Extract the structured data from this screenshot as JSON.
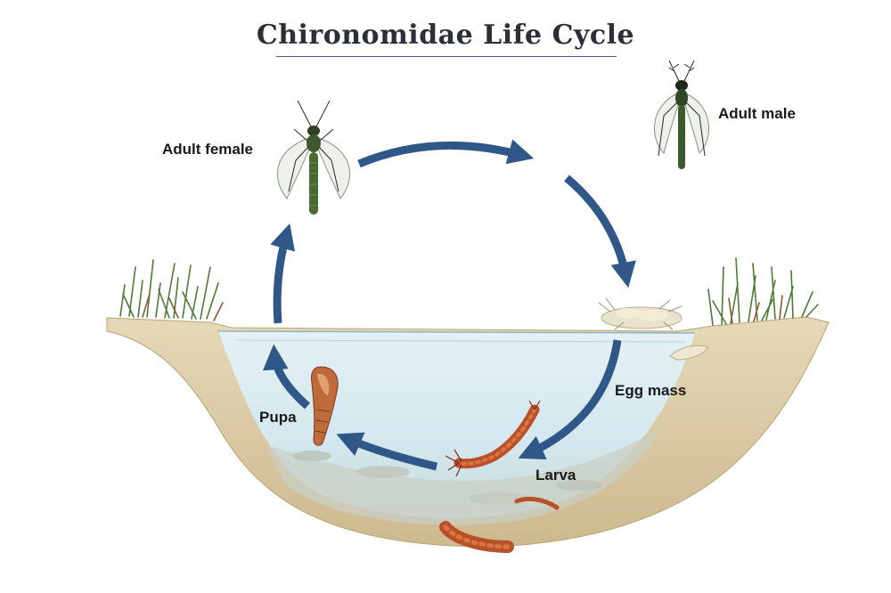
{
  "title": "Chironomidae Life Cycle",
  "stages": {
    "adult_female": "Adult female",
    "adult_male": "Adult male",
    "egg_mass": "Egg mass",
    "larva": "Larva",
    "pupa": "Pupa"
  },
  "colors": {
    "arrow": "#2f5889",
    "water": "#d8ebf1",
    "soil": "#d9c8a3",
    "grass": "#4e7a3a",
    "larva": "#b8502a",
    "adult": "#3d5a2c"
  },
  "icons": [
    "adult-female-midge-icon",
    "adult-male-midge-icon",
    "egg-mass-icon",
    "larva-icon",
    "pupa-icon",
    "grass-tuft-icon"
  ]
}
